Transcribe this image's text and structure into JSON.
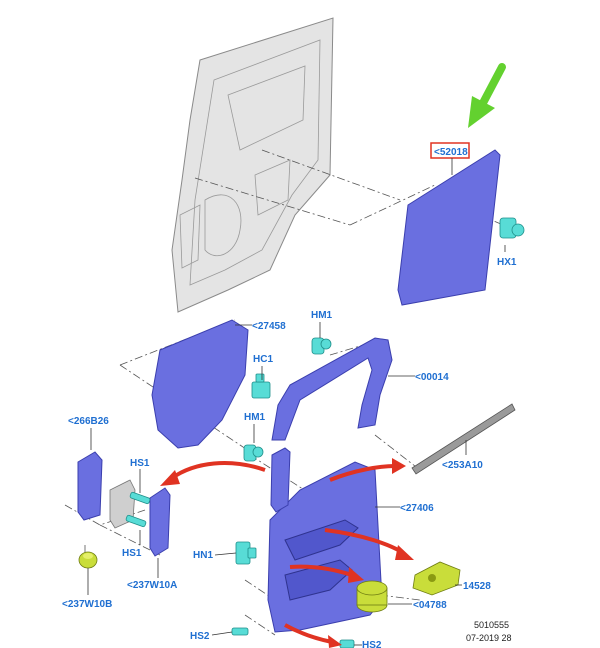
{
  "labels": {
    "p52018": "<52018",
    "hx1": "HX1",
    "p27458": "<27458",
    "hm1_top": "HM1",
    "hc1": "HC1",
    "p00014": "<00014",
    "hm1_mid": "HM1",
    "p266b26": "<266B26",
    "hs1_upper": "HS1",
    "hs1_lower": "HS1",
    "p253a10": "<253A10",
    "p27406": "<27406",
    "hn1": "HN1",
    "p237w10a": "<237W10A",
    "p237w10b": "<237W10B",
    "p14528": "14528",
    "p04788": "<04788",
    "hs2_left": "HS2",
    "hs2_right": "HS2"
  },
  "footer": {
    "ref_number": "5010555",
    "date_code": "07-2019 28"
  },
  "colors": {
    "label_blue": "#1f6fd1",
    "panel_purple": "#6a6fe0",
    "clip_cyan": "#58dcd6",
    "highlight_red": "#e03322",
    "indicator_green": "#63d12f",
    "part_yellow": "#c9dd3a"
  }
}
